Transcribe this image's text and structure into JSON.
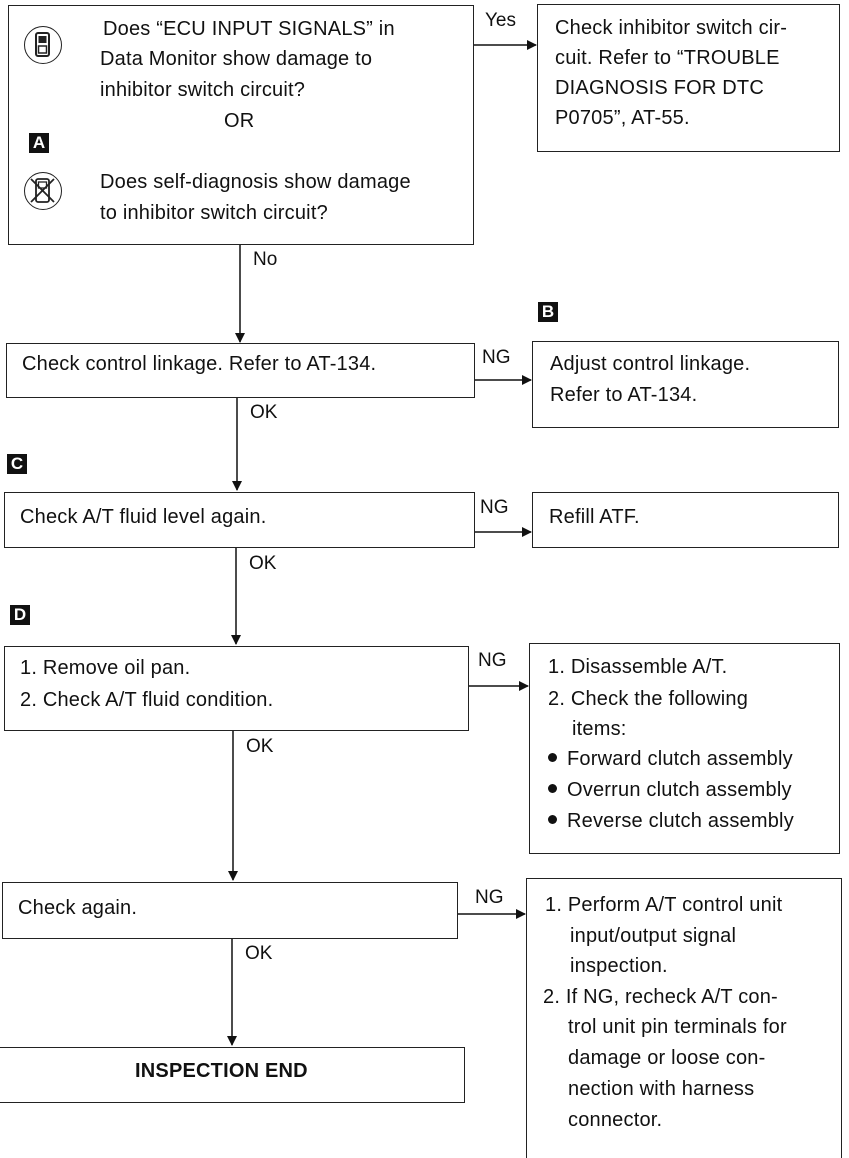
{
  "q1": {
    "monitor_question": [
      "Does “ECU INPUT SIGNALS” in",
      "Data Monitor show damage to",
      "inhibitor switch circuit?"
    ],
    "or_label": "OR",
    "step_a": "A",
    "selfdiag_question": [
      "Does self-diagnosis show damage",
      "to inhibitor switch circuit?"
    ],
    "yes_label": "Yes",
    "no_label": "No"
  },
  "yes_result": [
    "Check inhibitor switch cir-",
    "cuit. Refer to “TROUBLE",
    "DIAGNOSIS FOR DTC",
    "P0705”, AT-55."
  ],
  "step_b": "B",
  "linkage": {
    "check": "Check control linkage. Refer to AT-134.",
    "ng_label": "NG",
    "ok_label": "OK",
    "ng_result": [
      "Adjust control linkage.",
      "Refer to AT-134."
    ]
  },
  "step_c": "C",
  "fluid_level": {
    "check": "Check A/T fluid level again.",
    "ng_label": "NG",
    "ok_label": "OK",
    "ng_result": "Refill ATF."
  },
  "step_d": "D",
  "oil_pan": {
    "check": [
      "1. Remove oil pan.",
      "2. Check A/T fluid condition."
    ],
    "ng_label": "NG",
    "ok_label": "OK",
    "ng_result": {
      "lines": [
        "1. Disassemble A/T.",
        "2. Check the following",
        "items:"
      ],
      "bullets": [
        "Forward clutch assembly",
        "Overrun clutch assembly",
        "Reverse clutch assembly"
      ]
    }
  },
  "check_again": {
    "check": "Check again.",
    "ng_label": "NG",
    "ok_label": "OK",
    "ng_result": [
      "1. Perform A/T control unit",
      "input/output signal",
      "inspection.",
      "2. If NG, recheck A/T con-",
      "trol unit pin terminals for",
      "damage or loose con-",
      "nection with harness",
      "connector."
    ]
  },
  "end": "INSPECTION END"
}
